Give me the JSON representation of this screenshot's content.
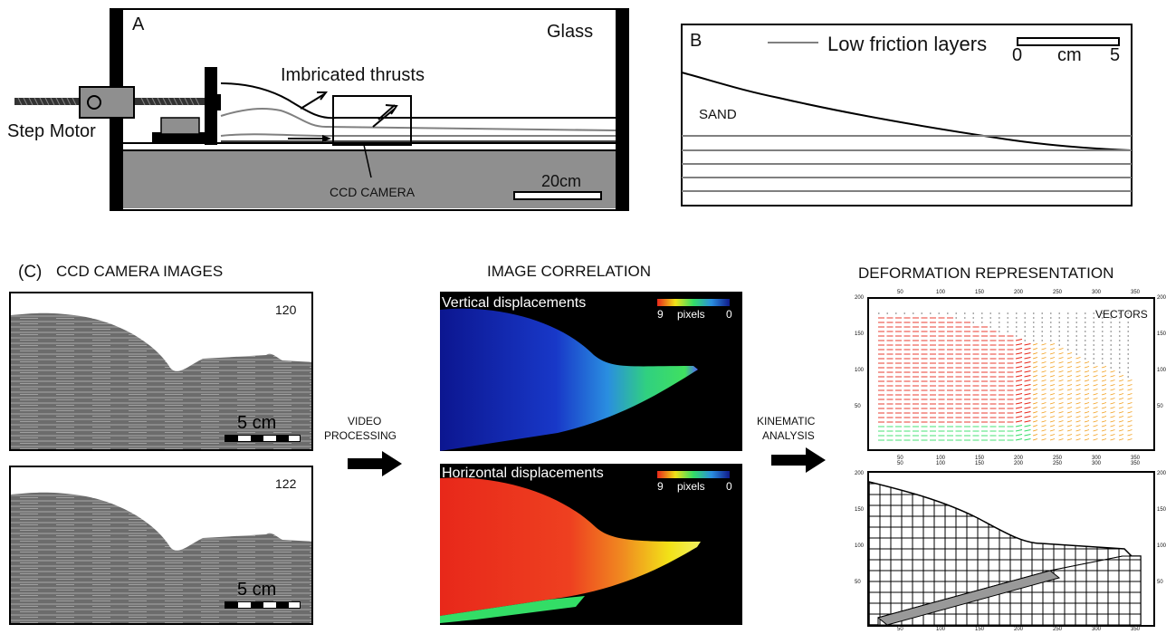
{
  "panel_a": {
    "label": "A",
    "glass": "Glass",
    "step_motor": "Step Motor",
    "thrusts": "Imbricated thrusts",
    "ccd": "CCD CAMERA",
    "scale": "20cm"
  },
  "panel_b": {
    "label": "B",
    "legend": "Low friction layers",
    "scale_left": "0",
    "scale_unit": "cm",
    "scale_right": "5",
    "sand": "SAND"
  },
  "panel_c": {
    "label": "(C)",
    "ccd_title": "CCD CAMERA IMAGES",
    "frame1": "120",
    "frame2": "122",
    "scalebar1": "5 cm",
    "scalebar2": "5 cm",
    "video_line1": "VIDEO",
    "video_line2": "PROCESSING",
    "corr_title": "IMAGE CORRELATION",
    "vert_title": "Vertical displacements",
    "horiz_title": "Horizontal displacements",
    "cb_max": "9",
    "cb_unit": "pixels",
    "cb_min": "0",
    "kin_line1": "KINEMATIC",
    "kin_line2": "ANALYSIS",
    "def_title": "DEFORMATION REPRESENTATION",
    "vectors": "VECTORS",
    "x_ticks": [
      "50",
      "100",
      "150",
      "200",
      "250",
      "300",
      "350"
    ],
    "y_ticks": [
      "200",
      "150",
      "100",
      "50"
    ]
  },
  "colors": {
    "blue": "#101a8a",
    "green": "#33dd66",
    "yellow": "#f2e218",
    "red": "#e8281a",
    "gray_box": "#8f8f8f"
  }
}
